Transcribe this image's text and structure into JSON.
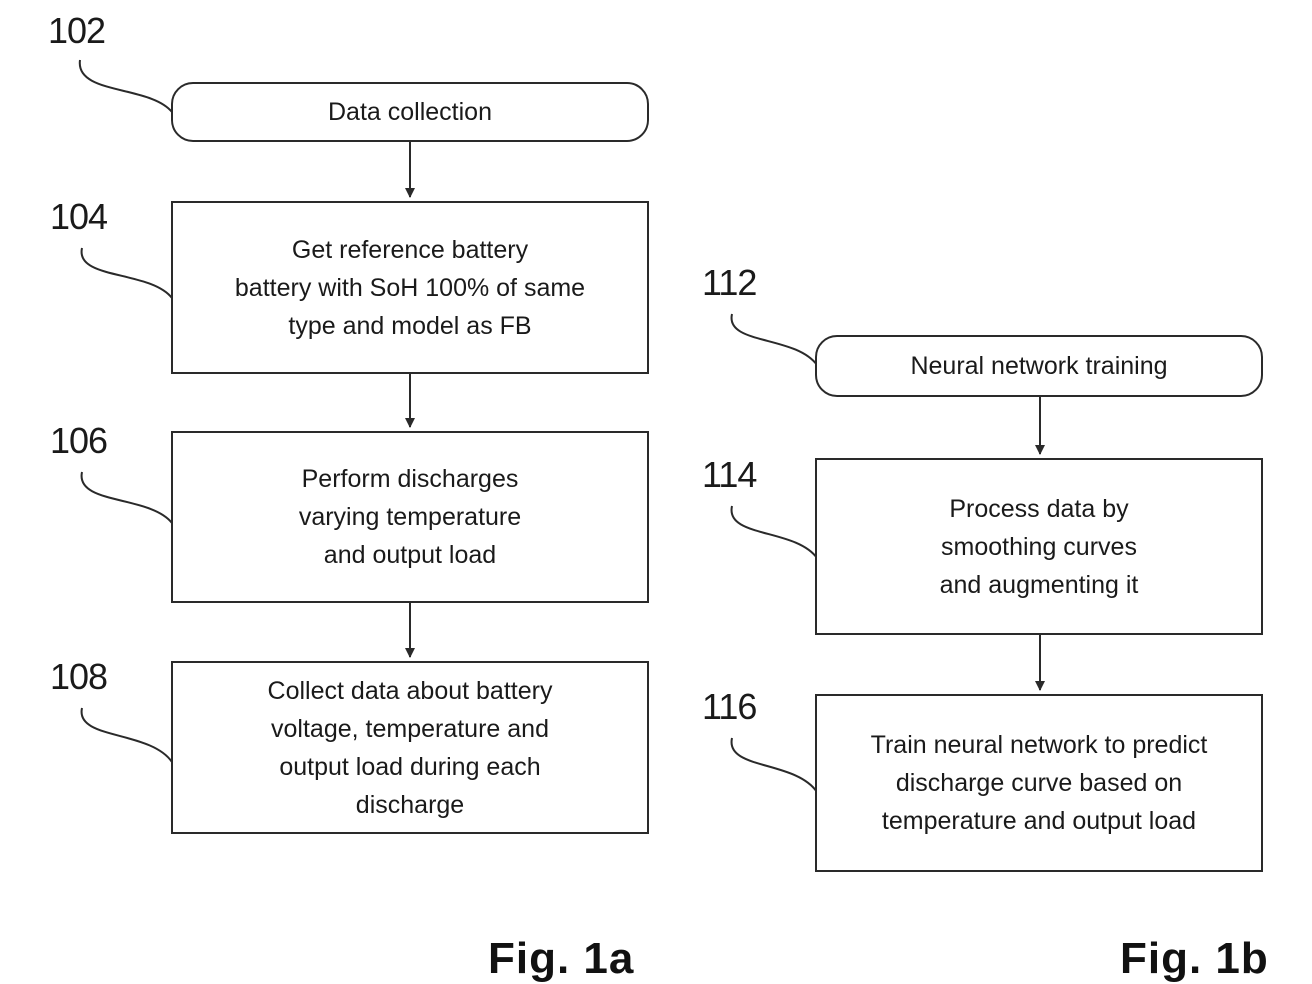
{
  "figure_a": {
    "caption": "Fig. 1a",
    "steps": [
      {
        "ref": "102",
        "text": "Data collection"
      },
      {
        "ref": "104",
        "text": "Get reference  battery\nbattery with SoH 100% of same\ntype and model as FB"
      },
      {
        "ref": "106",
        "text": "Perform discharges\nvarying temperature\nand output load"
      },
      {
        "ref": "108",
        "text": "Collect data about battery\nvoltage, temperature and\noutput load during each\ndischarge"
      }
    ]
  },
  "figure_b": {
    "caption": "Fig. 1b",
    "steps": [
      {
        "ref": "112",
        "text": "Neural network training"
      },
      {
        "ref": "114",
        "text": "Process data by\nsmoothing curves\nand augmenting it"
      },
      {
        "ref": "116",
        "text": "Train neural network to predict\ndischarge curve based on\ntemperature and output load"
      }
    ]
  },
  "colors": {
    "stroke": "#2a2a2a",
    "text": "#1a1a1a",
    "background": "#ffffff"
  }
}
